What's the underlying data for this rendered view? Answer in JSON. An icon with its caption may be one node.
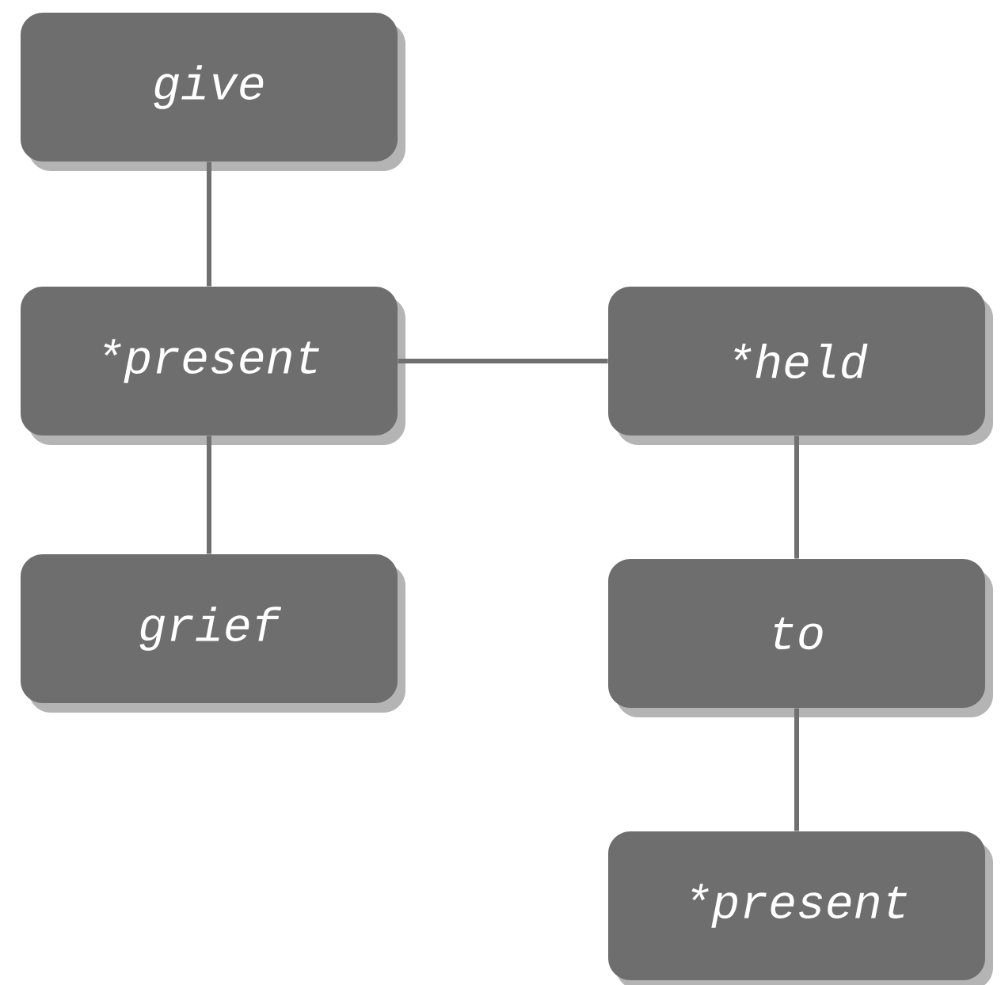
{
  "diagram": {
    "nodes": [
      {
        "text": [
          "give"
        ]
      },
      {
        "text": [
          "*present"
        ]
      },
      {
        "text": [
          "grief"
        ]
      },
      {
        "text": [
          "*held"
        ]
      },
      {
        "text": [
          "to"
        ]
      },
      {
        "text": [
          "*present"
        ]
      }
    ],
    "edges": [
      {
        "from": 0,
        "to": 1,
        "arrow": "none"
      },
      {
        "from": 1,
        "to": 2,
        "arrow": "none"
      },
      {
        "from": 1,
        "to": 3,
        "arrow": "none"
      },
      {
        "from": 3,
        "to": 4,
        "arrow": "none"
      },
      {
        "from": 4,
        "to": 5,
        "arrow": "none"
      }
    ]
  }
}
